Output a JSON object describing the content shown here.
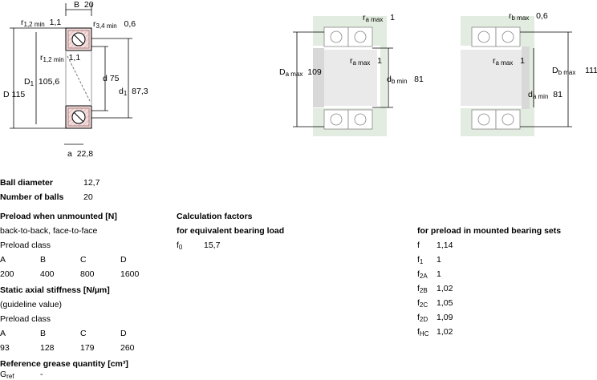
{
  "drawing_left": {
    "B": {
      "label": "B",
      "value": "20"
    },
    "r12_top": {
      "label": "r",
      "sub": "1,2 min",
      "value": "1,1"
    },
    "r34": {
      "label": "r",
      "sub": "3,4 min",
      "value": "0,6"
    },
    "r12_mid": {
      "label": "r",
      "sub": "1,2 min",
      "value": "1,1"
    },
    "D": {
      "label": "D",
      "value": "115"
    },
    "D1": {
      "label": "D",
      "sub": "1",
      "value": "105,6"
    },
    "d": {
      "label": "d",
      "value": "75"
    },
    "d1": {
      "label": "d",
      "sub": "1",
      "value": "87,3"
    },
    "a": {
      "label": "a",
      "value": "22,8"
    }
  },
  "drawing_middle": {
    "ra_top": {
      "label": "r",
      "sub": "a max",
      "value": "1"
    },
    "ra_mid": {
      "label": "r",
      "sub": "a max",
      "value": "1"
    },
    "Da": {
      "label": "D",
      "sub": "a max",
      "value": "109"
    },
    "db": {
      "label": "d",
      "sub": "b min",
      "value": "81"
    }
  },
  "drawing_right": {
    "rb": {
      "label": "r",
      "sub": "b max",
      "value": "0,6"
    },
    "ra": {
      "label": "r",
      "sub": "a max",
      "value": "1"
    },
    "Db": {
      "label": "D",
      "sub": "b max",
      "value": "111"
    },
    "da": {
      "label": "d",
      "sub": "a min",
      "value": "81"
    }
  },
  "specs": {
    "ball_diameter": {
      "label": "Ball diameter",
      "value": "12,7"
    },
    "number_of_balls": {
      "label": "Number of balls",
      "value": "20"
    }
  },
  "preload": {
    "heading": "Preload when unmounted [N]",
    "arrangement": "back-to-back, face-to-face",
    "class_label": "Preload class",
    "classes": [
      "A",
      "B",
      "C",
      "D"
    ],
    "values": [
      "200",
      "400",
      "800",
      "1600"
    ]
  },
  "stiffness": {
    "heading": "Static axial stiffness [N/µm]",
    "note": "(guideline value)",
    "class_label": "Preload class",
    "classes": [
      "A",
      "B",
      "C",
      "D"
    ],
    "values": [
      "93",
      "128",
      "179",
      "260"
    ]
  },
  "grease": {
    "heading": "Reference grease quantity [cm³]",
    "label": "G",
    "sub": "ref",
    "value": "-"
  },
  "calc": {
    "heading": "Calculation factors",
    "equiv_heading": "for equivalent bearing load",
    "f0": {
      "label": "f",
      "sub": "0",
      "value": "15,7"
    },
    "mounted_heading": "for preload in mounted bearing sets",
    "factors": [
      {
        "label": "f",
        "sub": "",
        "value": "1,14"
      },
      {
        "label": "f",
        "sub": "1",
        "value": "1"
      },
      {
        "label": "f",
        "sub": "2A",
        "value": "1"
      },
      {
        "label": "f",
        "sub": "2B",
        "value": "1,02"
      },
      {
        "label": "f",
        "sub": "2C",
        "value": "1,05"
      },
      {
        "label": "f",
        "sub": "2D",
        "value": "1,09"
      },
      {
        "label": "f",
        "sub": "HC",
        "value": "1,02"
      }
    ]
  }
}
